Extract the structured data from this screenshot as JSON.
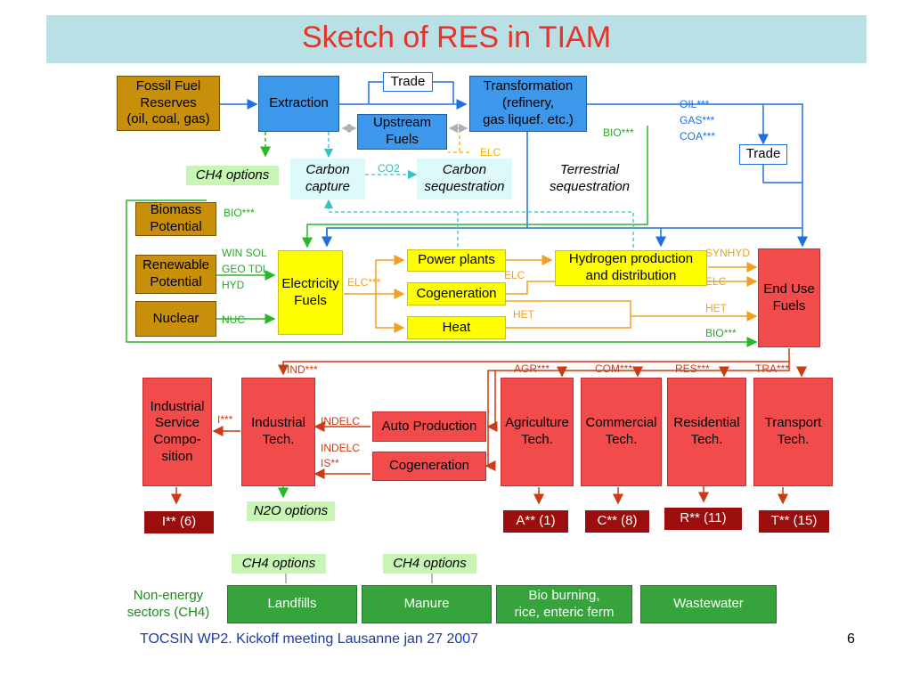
{
  "title": "Sketch of RES in TIAM",
  "footer": {
    "text": "TOCSIN WP2. Kickoff meeting Lausanne jan 27 2007",
    "page": "6"
  },
  "colors": {
    "title": "#e5332a",
    "title_bg": "#b9e1e5",
    "fossil": "#c8900a",
    "blue": "#3d97ea",
    "yellow": "#ffff00",
    "red": "#f24b4b",
    "dark_red": "#9c0d0d",
    "green": "#36a33c",
    "option_bg": "#c8f5b4"
  },
  "boxes": {
    "fossil": [
      "Fossil Fuel",
      "Reserves",
      "(oil, coal, gas)"
    ],
    "extraction": "Extraction",
    "trade_top": "Trade",
    "upstream": [
      "Upstream",
      "Fuels"
    ],
    "transformation": [
      "Transformation",
      "(refinery,",
      "gas liquef. etc.)"
    ],
    "trade_right": "Trade",
    "ch4_top": "CH4 options",
    "carbon_capture": [
      "Carbon",
      "capture"
    ],
    "carbon_sequestration": [
      "Carbon",
      "sequestration"
    ],
    "terrestrial": [
      "Terrestrial",
      "sequestration"
    ],
    "biomass": [
      "Biomass",
      "Potential"
    ],
    "renewable": [
      "Renewable",
      "Potential"
    ],
    "nuclear": "Nuclear",
    "electricity": [
      "Electricity",
      "Fuels"
    ],
    "power_plants": "Power plants",
    "cogeneration_top": "Cogeneration",
    "heat": "Heat",
    "hydrogen": [
      "Hydrogen production",
      "and distribution"
    ],
    "end_use": [
      "End Use",
      "Fuels"
    ],
    "industrial_service": [
      "Industrial",
      "Service",
      "Compo-",
      "sition"
    ],
    "industrial_tech": [
      "Industrial",
      "Tech."
    ],
    "auto_production": "Auto Production",
    "cogeneration_bottom": "Cogeneration",
    "agriculture": [
      "Agriculture",
      "Tech."
    ],
    "commercial": [
      "Commercial",
      "Tech."
    ],
    "residential": [
      "Residential",
      "Tech."
    ],
    "transport": [
      "Transport",
      "Tech."
    ],
    "n2o": "N2O options"
  },
  "outputs": {
    "i": "I** (6)",
    "a": "A** (1)",
    "c": "C** (8)",
    "r": "R** (11)",
    "t": "T** (15)"
  },
  "non_energy": {
    "label": [
      "Non-energy",
      "sectors (CH4)"
    ],
    "ch4_left": "CH4 options",
    "ch4_right": "CH4 options",
    "landfills": "Landfills",
    "manure": "Manure",
    "bio_burning": [
      "Bio burning,",
      "rice, enteric ferm"
    ],
    "wastewater": "Wastewater"
  },
  "flow_labels": {
    "oil": "OIL***",
    "gas": "GAS***",
    "coa": "COA***",
    "bio_transform": "BIO***",
    "elc_upstream": "ELC",
    "co2": "CO2",
    "bio_biomass": "BIO***",
    "win_sol": "WIN SOL",
    "geo_tdl": "GEO TDL",
    "hyd": "HYD",
    "nuc": "NUC",
    "elc_star": "ELC***",
    "elc_power": "ELC",
    "het_mid": "HET",
    "synhyd": "SYNHYD",
    "elc_end": "ELC",
    "het_end": "HET",
    "bio_end": "BIO***",
    "ind": "IND***",
    "agr": "AGR***",
    "com": "COM***",
    "res": "RES***",
    "tra": "TRA***",
    "i_star": "I***",
    "indelc1": "INDELC",
    "indelc2": "INDELC",
    "is": "IS**"
  }
}
